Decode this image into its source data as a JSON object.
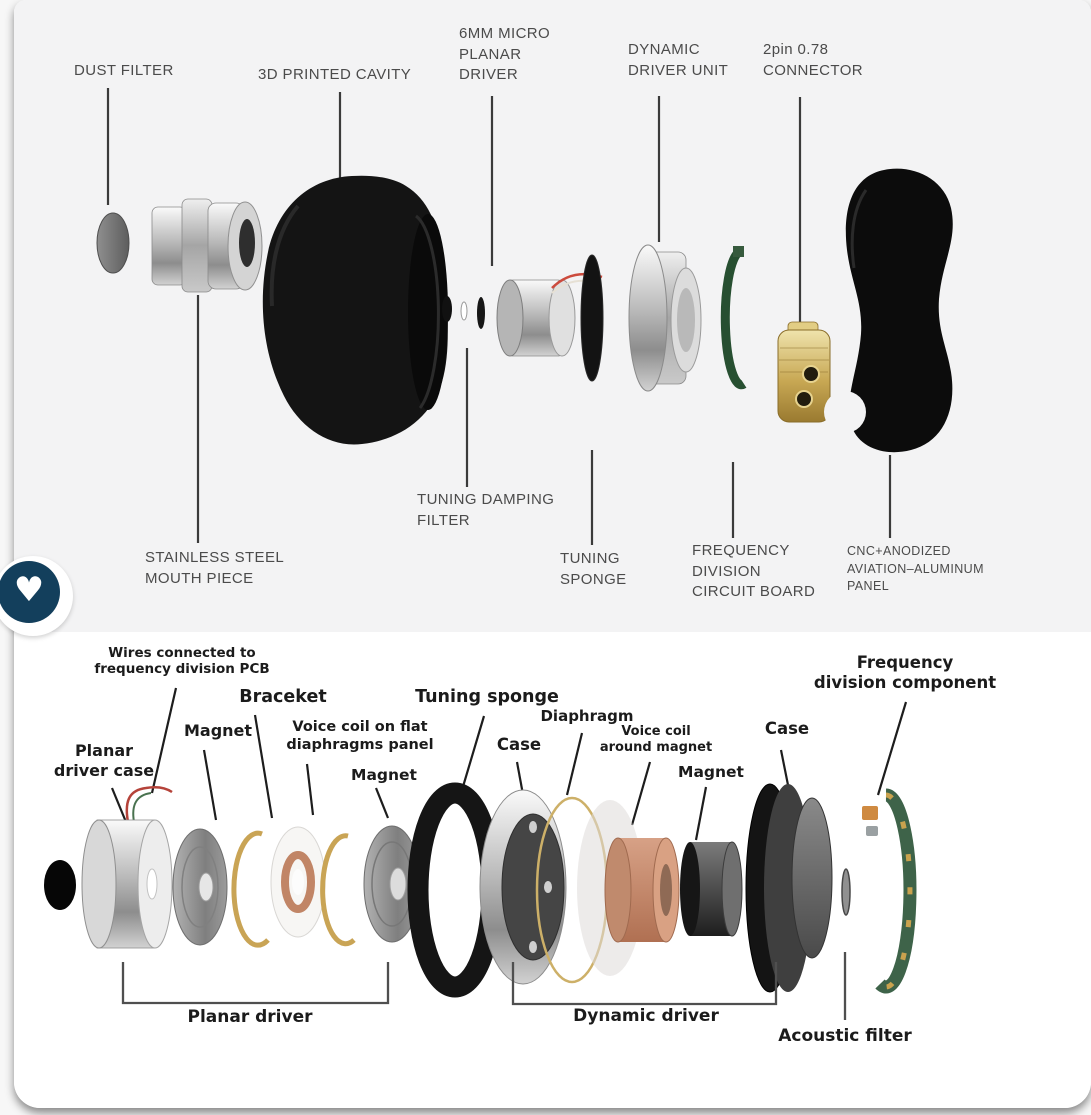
{
  "colors": {
    "favorite_bg": "#133f5c",
    "top_section_bg": "#f3f3f4",
    "pcb_green": "#3e6349",
    "gold": "#c9a455",
    "copper": "#c18566"
  },
  "favorite": {
    "icon": "heart-icon",
    "glyph": "♥"
  },
  "top_diagram": {
    "labels": {
      "dust_filter": "DUST FILTER",
      "cavity": "3D PRINTED CAVITY",
      "planar_driver": "6MM MICRO\nPLANAR\nDRIVER",
      "dynamic_driver": "DYNAMIC\nDRIVER UNIT",
      "connector": "2pin 0.78\nCONNECTOR",
      "damping_filter": "TUNING DAMPING\nFILTER",
      "mouth_piece": "STAINLESS STEEL\nMOUTH PIECE",
      "tuning_sponge": "TUNING\nSPONGE",
      "freq_board": "FREQUENCY\nDIVISION\nCIRCUIT BOARD",
      "panel": "CNC+ANODIZED\nAVIATION–ALUMINUM\nPANEL"
    }
  },
  "bottom_diagram": {
    "labels": {
      "wires": "Wires connected to\nfrequency division PCB",
      "planar_case": "Planar\ndriver case",
      "magnet1": "Magnet",
      "braceket": "Braceket",
      "voice_coil_flat": "Voice coil on flat\ndiaphragms panel",
      "magnet2": "Magnet",
      "tuning_sponge": "Tuning sponge",
      "case1": "Case",
      "diaphragm": "Diaphragm",
      "voice_coil_magnet": "Voice coil\naround magnet",
      "magnet3": "Magnet",
      "case2": "Case",
      "freq_component": "Frequency\ndivision component",
      "planar_driver_group": "Planar driver",
      "dynamic_driver_group": "Dynamic driver",
      "acoustic_filter": "Acoustic filter"
    }
  }
}
